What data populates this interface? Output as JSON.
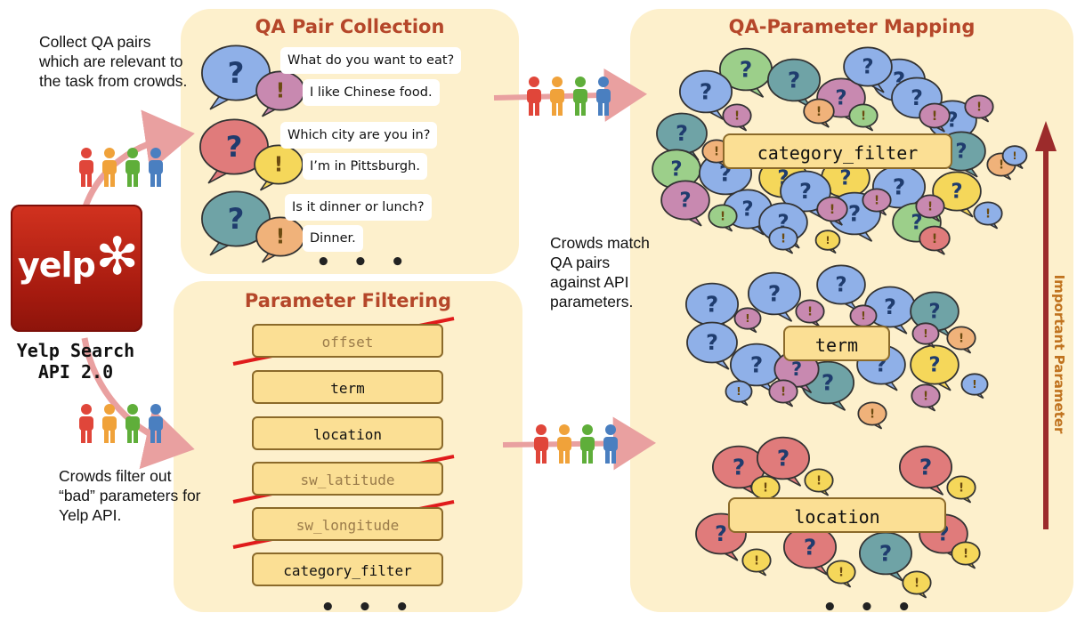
{
  "panels": {
    "qa_collection": {
      "title": "QA Pair Collection"
    },
    "parameter_filtering": {
      "title": "Parameter Filtering"
    },
    "qa_mapping": {
      "title": "QA-Parameter Mapping"
    }
  },
  "captions": {
    "collect": "Collect QA pairs which are relevant to the task from crowds.",
    "filter": "Crowds filter out “bad” parameters for Yelp API.",
    "match": "Crowds match QA pairs against API parameters."
  },
  "api": {
    "logo_text": "yelp",
    "title_line1": "Yelp Search",
    "title_line2": "API 2.0"
  },
  "qa_pairs": [
    {
      "question": "What do you want to eat?",
      "answer": "I like Chinese food.",
      "q_color": "#8fb0e8",
      "a_color": "#c889b0"
    },
    {
      "question": "Which city are you in?",
      "answer": "I’m in Pittsburgh.",
      "q_color": "#e07b7b",
      "a_color": "#f5d75a"
    },
    {
      "question": "Is it dinner or lunch?",
      "answer": "Dinner.",
      "q_color": "#6fa3a6",
      "a_color": "#f0b27a"
    }
  ],
  "parameters": [
    {
      "name": "offset",
      "filtered": true
    },
    {
      "name": "term",
      "filtered": false
    },
    {
      "name": "location",
      "filtered": false
    },
    {
      "name": "sw_latitude",
      "filtered": true
    },
    {
      "name": "sw_longitude",
      "filtered": true
    },
    {
      "name": "category_filter",
      "filtered": false
    }
  ],
  "mapping_clusters": [
    {
      "label": "category_filter"
    },
    {
      "label": "term"
    },
    {
      "label": "location"
    }
  ],
  "ellipsis": "• • •",
  "importance_axis": {
    "label": "Important Parameter"
  },
  "colors": {
    "panel_bg": "#fdf0cc",
    "title": "#b5472a",
    "arrow": "#e9a0a0",
    "importance_arrow": "#9c2b2b",
    "filter_line": "#e01b1b",
    "people": [
      "#e0463a",
      "#f0a23a",
      "#5fae3a",
      "#4a7fc0"
    ]
  }
}
